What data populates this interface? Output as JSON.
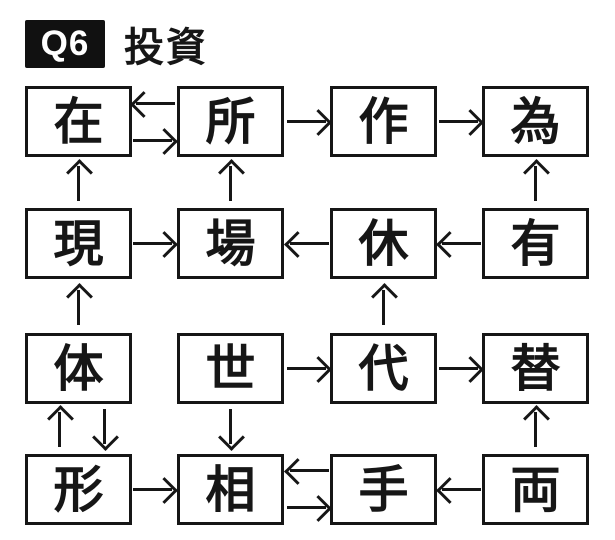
{
  "header": {
    "q_label": "Q6",
    "title": "投資"
  },
  "grid": [
    [
      "在",
      "所",
      "作",
      "為"
    ],
    [
      "現",
      "場",
      "休",
      "有"
    ],
    [
      "体",
      "世",
      "代",
      "替"
    ],
    [
      "形",
      "相",
      "手",
      "両"
    ]
  ],
  "arrows": [
    {
      "from": "所",
      "to": "在",
      "dir": "left"
    },
    {
      "from": "在",
      "to": "所",
      "dir": "right"
    },
    {
      "from": "所",
      "to": "作",
      "dir": "right"
    },
    {
      "from": "作",
      "to": "為",
      "dir": "right"
    },
    {
      "from": "現",
      "to": "場",
      "dir": "right"
    },
    {
      "from": "休",
      "to": "場",
      "dir": "left"
    },
    {
      "from": "有",
      "to": "休",
      "dir": "left"
    },
    {
      "from": "世",
      "to": "代",
      "dir": "right"
    },
    {
      "from": "代",
      "to": "替",
      "dir": "right"
    },
    {
      "from": "形",
      "to": "相",
      "dir": "right"
    },
    {
      "from": "手",
      "to": "相",
      "dir": "left"
    },
    {
      "from": "相",
      "to": "手",
      "dir": "right"
    },
    {
      "from": "両",
      "to": "手",
      "dir": "left"
    },
    {
      "from": "現",
      "to": "在",
      "dir": "up"
    },
    {
      "from": "場",
      "to": "所",
      "dir": "up"
    },
    {
      "from": "有",
      "to": "為",
      "dir": "up"
    },
    {
      "from": "体",
      "to": "現",
      "dir": "up"
    },
    {
      "from": "代",
      "to": "休",
      "dir": "up"
    },
    {
      "from": "形",
      "to": "体",
      "dir": "up"
    },
    {
      "from": "体",
      "to": "形",
      "dir": "down"
    },
    {
      "from": "世",
      "to": "相",
      "dir": "down"
    },
    {
      "from": "両",
      "to": "替",
      "dir": "up"
    }
  ],
  "colors": {
    "ink": "#161616",
    "background": "#ffffff",
    "badge_bg": "#111111",
    "badge_text": "#ffffff"
  }
}
